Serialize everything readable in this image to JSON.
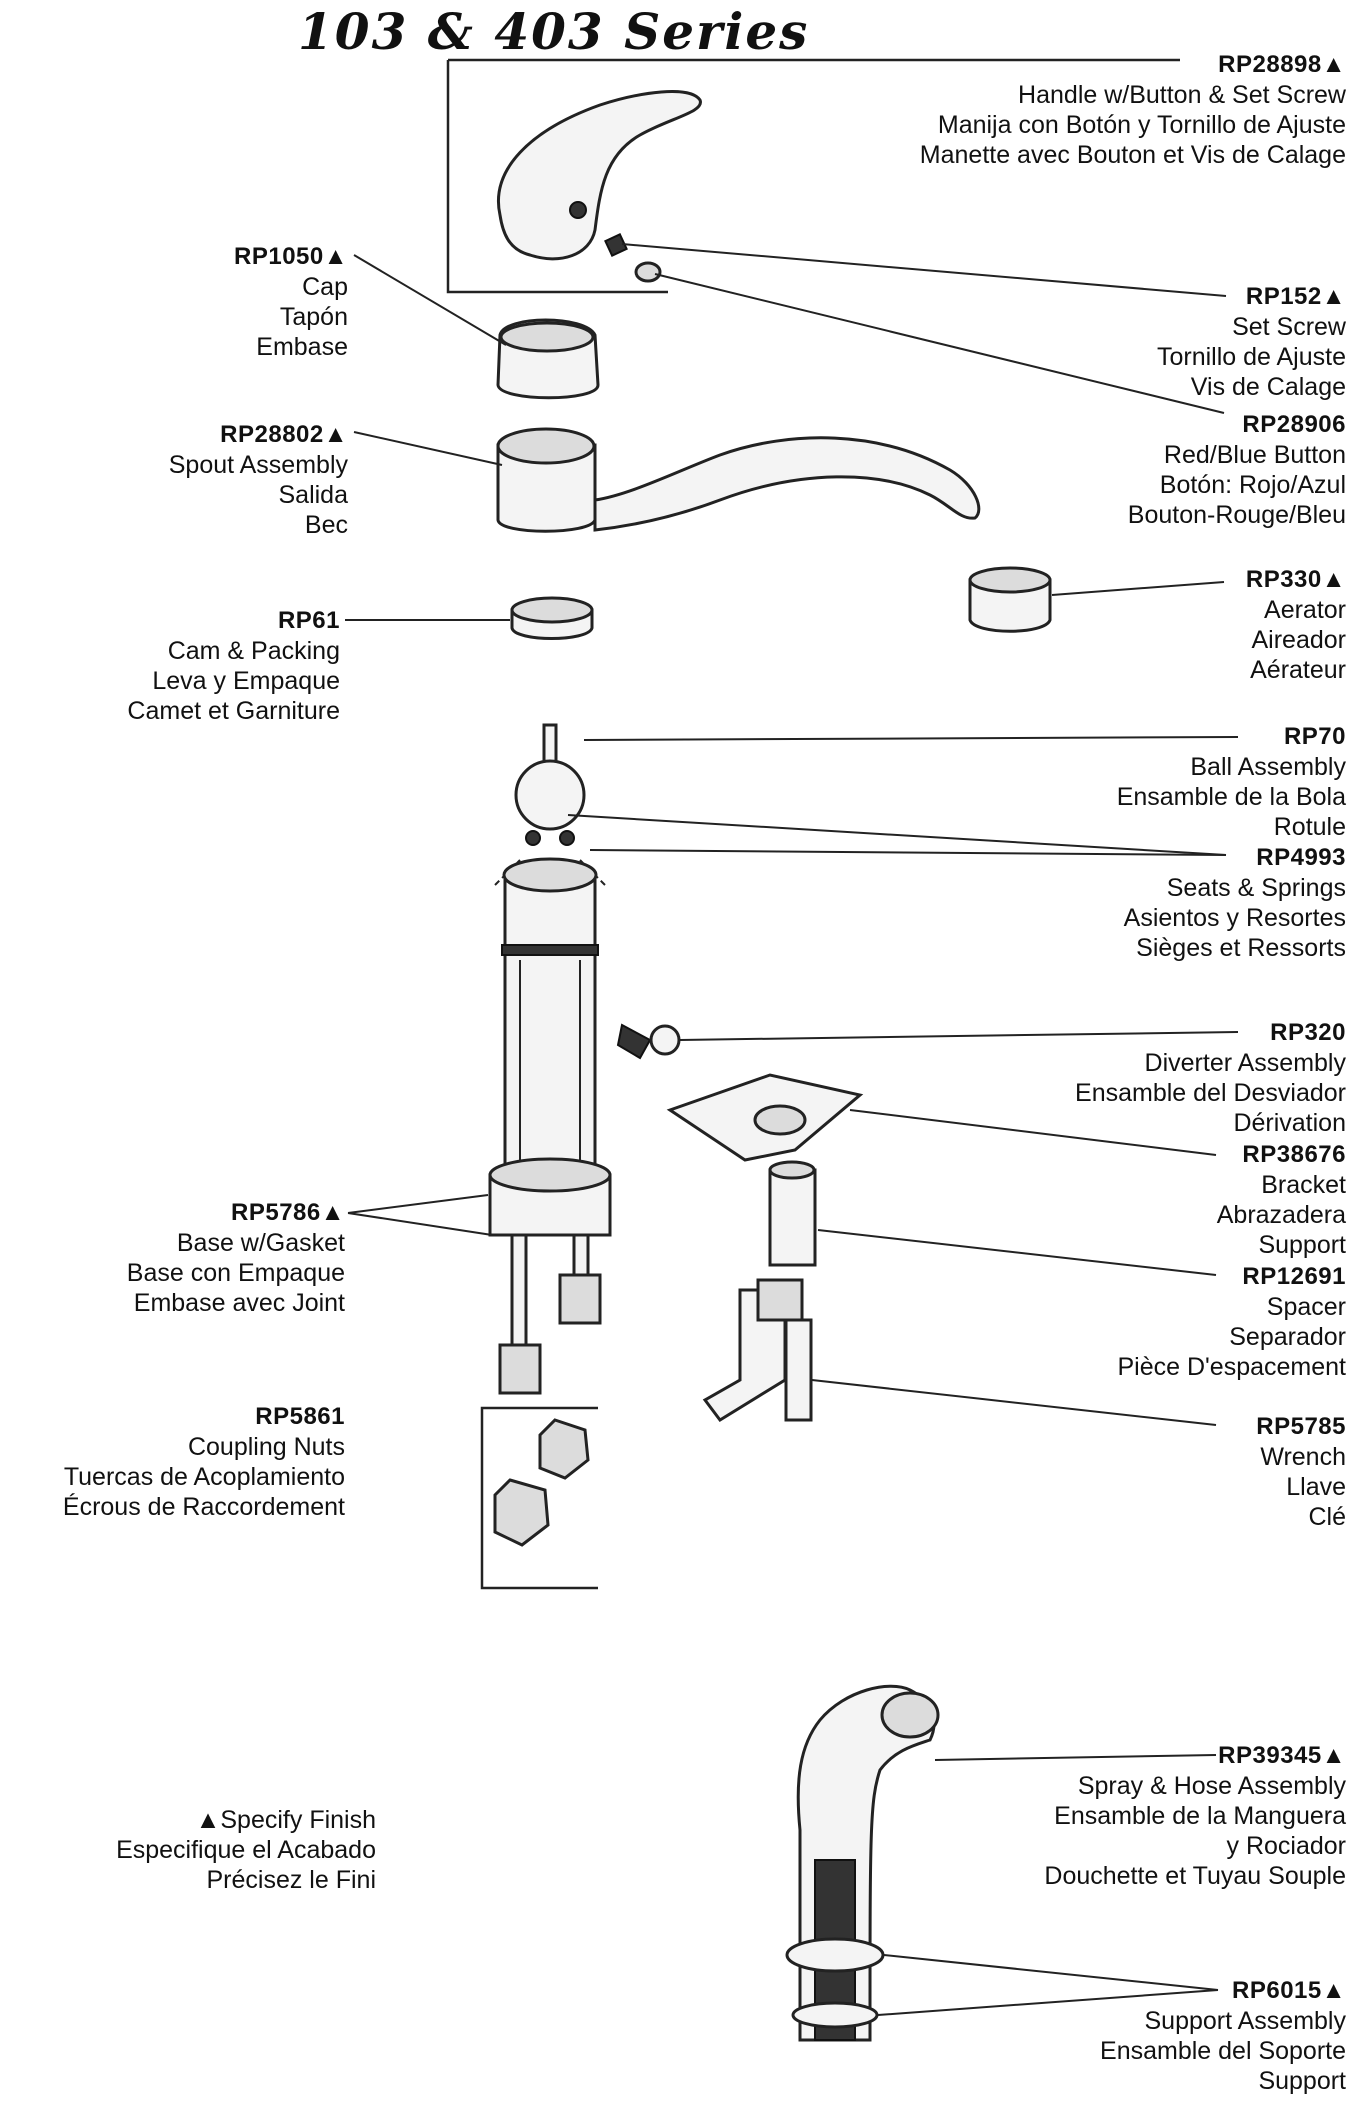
{
  "title": "103 & 403 Series",
  "note": {
    "code": "▲Specify Finish",
    "lines": [
      "Especifique el Acabado",
      "Précisez le Fini"
    ]
  },
  "callouts": {
    "rp28898": {
      "code": "RP28898▲",
      "lines": [
        "Handle w/Button & Set Screw",
        "Manija con Botón y Tornillo de Ajuste",
        "Manette avec Bouton et Vis de Calage"
      ]
    },
    "rp1050": {
      "code": "RP1050▲",
      "lines": [
        "Cap",
        "Tapón",
        "Embase"
      ]
    },
    "rp152": {
      "code": "RP152▲",
      "lines": [
        "Set Screw",
        "Tornillo de Ajuste",
        "Vis de Calage"
      ]
    },
    "rp28802": {
      "code": "RP28802▲",
      "lines": [
        "Spout Assembly",
        "Salida",
        "Bec"
      ]
    },
    "rp28906": {
      "code": "RP28906",
      "lines": [
        "Red/Blue Button",
        "Botón: Rojo/Azul",
        "Bouton-Rouge/Bleu"
      ]
    },
    "rp330": {
      "code": "RP330▲",
      "lines": [
        "Aerator",
        "Aireador",
        "Aérateur"
      ]
    },
    "rp61": {
      "code": "RP61",
      "lines": [
        "Cam & Packing",
        "Leva y Empaque",
        "Camet et Garniture"
      ]
    },
    "rp70": {
      "code": "RP70",
      "lines": [
        "Ball Assembly",
        "Ensamble de la Bola",
        "Rotule"
      ]
    },
    "rp4993": {
      "code": "RP4993",
      "lines": [
        "Seats & Springs",
        "Asientos y Resortes",
        "Sièges et Ressorts"
      ]
    },
    "rp320": {
      "code": "RP320",
      "lines": [
        "Diverter Assembly",
        "Ensamble del Desviador",
        "Dérivation"
      ]
    },
    "rp38676": {
      "code": "RP38676",
      "lines": [
        "Bracket",
        "Abrazadera",
        "Support"
      ]
    },
    "rp5786": {
      "code": "RP5786▲",
      "lines": [
        "Base w/Gasket",
        "Base con Empaque",
        "Embase avec Joint"
      ]
    },
    "rp12691": {
      "code": "RP12691",
      "lines": [
        "Spacer",
        "Separador",
        "Pièce D'espacement"
      ]
    },
    "rp5861": {
      "code": "RP5861",
      "lines": [
        "Coupling Nuts",
        "Tuercas de Acoplamiento",
        "Écrous de Raccordement"
      ]
    },
    "rp5785": {
      "code": "RP5785",
      "lines": [
        "Wrench",
        "Llave",
        "Clé"
      ]
    },
    "rp39345": {
      "code": "RP39345▲",
      "lines": [
        "Spray & Hose Assembly",
        "Ensamble de la Manguera",
        "y Rociador",
        "Douchette et Tuyau Souple"
      ]
    },
    "rp6015": {
      "code": "RP6015▲",
      "lines": [
        "Support Assembly",
        "Ensamble del Soporte",
        "Support"
      ]
    }
  }
}
